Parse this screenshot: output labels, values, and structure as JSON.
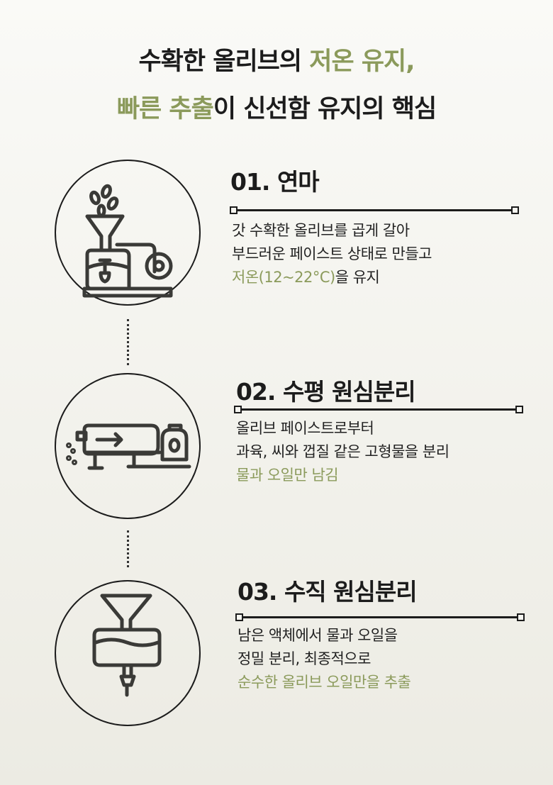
{
  "header": {
    "line1_plain": "수확한 올리브의 ",
    "line1_accent": "저온 유지,",
    "line2_accent": "빠른 추출",
    "line2_plain": "이 신선함 유지의 핵심"
  },
  "steps": [
    {
      "title": "01.  연마",
      "lines": [
        "갓 수확한 올리브를 곱게 갈아",
        "부드러운 페이스트 상태로 만들고"
      ],
      "accent": "저온(12~22°C)",
      "tail": "을 유지",
      "icon": "olive-mill-icon"
    },
    {
      "title": "02.  수평 원심분리",
      "lines": [
        "올리브 페이스트로부터",
        "과육, 씨와 껍질 같은 고형물을 분리"
      ],
      "accent": "물과 오일만 남김",
      "tail": "",
      "icon": "horizontal-centrifuge-icon"
    },
    {
      "title": "03.  수직 원심분리",
      "lines": [
        "남은 액체에서 물과 오일을",
        "정밀 분리, 최종적으로"
      ],
      "accent": "순수한 올리브 오일만을 추출",
      "tail": "",
      "icon": "vertical-centrifuge-icon"
    }
  ],
  "colors": {
    "accent": "#8b9a5b",
    "ink": "#1c1c1c"
  }
}
